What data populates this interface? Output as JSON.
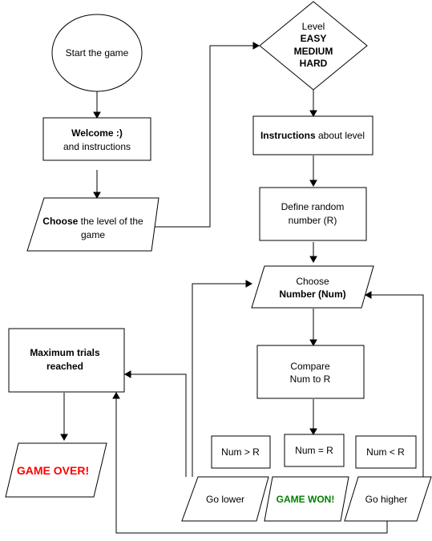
{
  "nodes": {
    "start": {
      "line1": "Start the game"
    },
    "welcome": {
      "line1_bold": "Welcome :)",
      "line2": "and instructions"
    },
    "choose_level": {
      "line1_bold": "Choose",
      "line1_rest": " the level of the",
      "line2": "game"
    },
    "level": {
      "line1": "Level",
      "line2": "EASY",
      "line3": "MEDIUM",
      "line4": "HARD"
    },
    "instructions_level": {
      "bold": "Instructions",
      "rest": " about level"
    },
    "define_random": {
      "line1": "Define random",
      "line2": "number (R)"
    },
    "choose_number": {
      "line1": "Choose",
      "line2": "Number (Num)"
    },
    "compare": {
      "line1": "Compare",
      "line2": "Num to R"
    },
    "max_trials": {
      "line1": "Maximum trials",
      "line2": "reached"
    },
    "game_over": {
      "text": "GAME OVER!"
    },
    "cond_greater": {
      "text": "Num > R"
    },
    "cond_equal": {
      "text": "Num = R"
    },
    "cond_less": {
      "text": "Num < R"
    },
    "go_lower": {
      "text": "Go lower"
    },
    "game_won": {
      "text": "GAME WON!"
    },
    "go_higher": {
      "text": "Go higher"
    }
  },
  "colors": {
    "game_over": "#ff0000",
    "game_won": "#008000",
    "stroke": "#000000",
    "fill": "#ffffff"
  }
}
